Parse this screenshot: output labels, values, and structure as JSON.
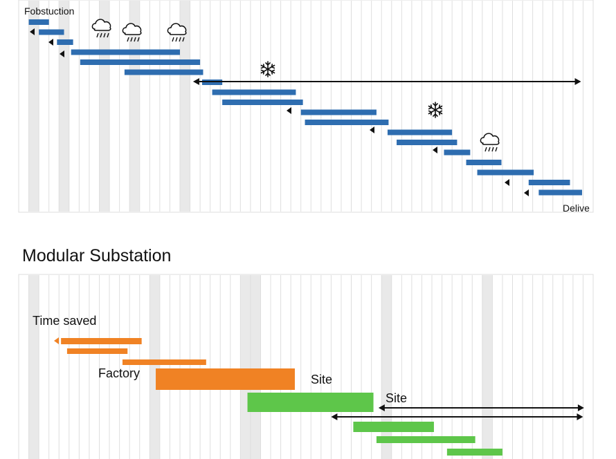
{
  "colors": {
    "blue": "#2e6db0",
    "orange": "#f08224",
    "green": "#5ec64a",
    "arrow": "#111111"
  },
  "chart_data": [
    {
      "type": "gantt",
      "title": "",
      "xlabel": "",
      "ylabel": "",
      "grid": true,
      "labels": {
        "top_left": "Fobstuction",
        "bottom_right": "Delive"
      },
      "icons": [
        "rain-cloud-icon",
        "rain-cloud-icon",
        "rain-cloud-icon",
        "snowflake-icon",
        "snowflake-icon",
        "rain-cloud-icon"
      ],
      "series": [
        {
          "color_key": "blue",
          "tasks": [
            {
              "start": 1,
              "end": 3
            },
            {
              "start": 2,
              "end": 4.5
            },
            {
              "start": 3.8,
              "end": 5.4
            },
            {
              "start": 5.2,
              "end": 16
            },
            {
              "start": 6.1,
              "end": 18
            },
            {
              "start": 10.5,
              "end": 18.3
            },
            {
              "start": 18.2,
              "end": 20.2
            },
            {
              "start": 19.2,
              "end": 27.5
            },
            {
              "start": 20.2,
              "end": 28.2
            },
            {
              "start": 28,
              "end": 35.5
            },
            {
              "start": 28.4,
              "end": 36.7
            },
            {
              "start": 36.6,
              "end": 43
            },
            {
              "start": 37.5,
              "end": 43.5
            },
            {
              "start": 42.2,
              "end": 44.8
            },
            {
              "start": 44.4,
              "end": 47.9
            },
            {
              "start": 45.5,
              "end": 51.1
            },
            {
              "start": 50.6,
              "end": 54.7
            },
            {
              "start": 51.6,
              "end": 55.9
            }
          ]
        }
      ],
      "span_arrows": [
        {
          "start": 17.3,
          "end": 55.8
        }
      ]
    },
    {
      "type": "gantt",
      "title": "Modular Substation",
      "xlabel": "",
      "ylabel": "",
      "grid": true,
      "labels": {
        "time_saved": "Time saved",
        "factory": "Factory",
        "site_1": "Site",
        "site_2": "Site"
      },
      "series": [
        {
          "color_key": "orange",
          "tasks": [
            {
              "start": 4.2,
              "end": 12.2
            },
            {
              "start": 4.8,
              "end": 10.8
            },
            {
              "start": 10.3,
              "end": 18.6
            },
            {
              "start": 13.6,
              "end": 27.4,
              "thick": true
            }
          ]
        },
        {
          "color_key": "green",
          "tasks": [
            {
              "start": 22.7,
              "end": 35.2,
              "thick": true
            },
            {
              "start": 33.2,
              "end": 41.2
            },
            {
              "start": 35.5,
              "end": 45.3
            },
            {
              "start": 42.5,
              "end": 48
            }
          ]
        }
      ],
      "span_arrows": [
        {
          "start": 35.7,
          "end": 56.1
        },
        {
          "start": 31,
          "end": 56
        }
      ]
    }
  ]
}
